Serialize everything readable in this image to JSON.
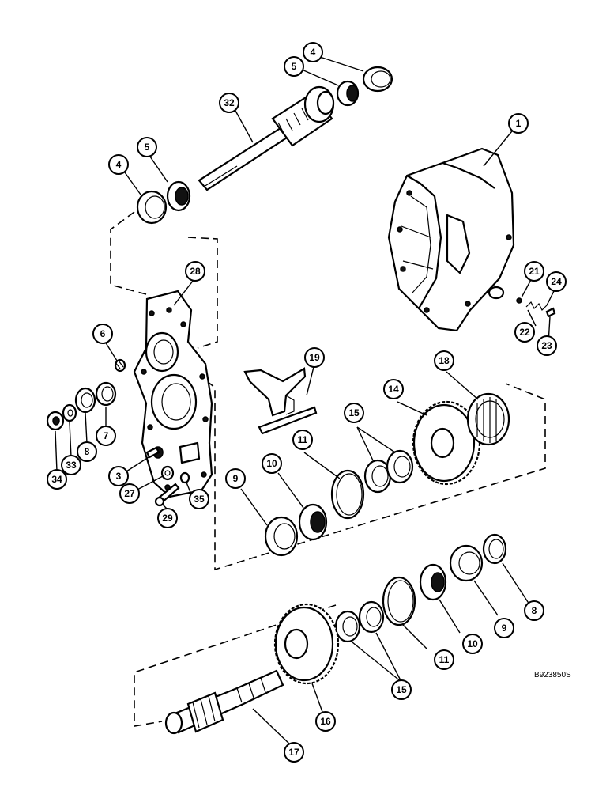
{
  "diagram": {
    "reference_code": "B923850S",
    "callouts": [
      "1",
      "4",
      "5",
      "4",
      "5",
      "32",
      "28",
      "6",
      "7",
      "8",
      "33",
      "34",
      "3",
      "27",
      "29",
      "35",
      "19",
      "9",
      "10",
      "11",
      "15",
      "14",
      "18",
      "21",
      "24",
      "22",
      "23",
      "8",
      "9",
      "10",
      "11",
      "15",
      "16",
      "17"
    ]
  }
}
